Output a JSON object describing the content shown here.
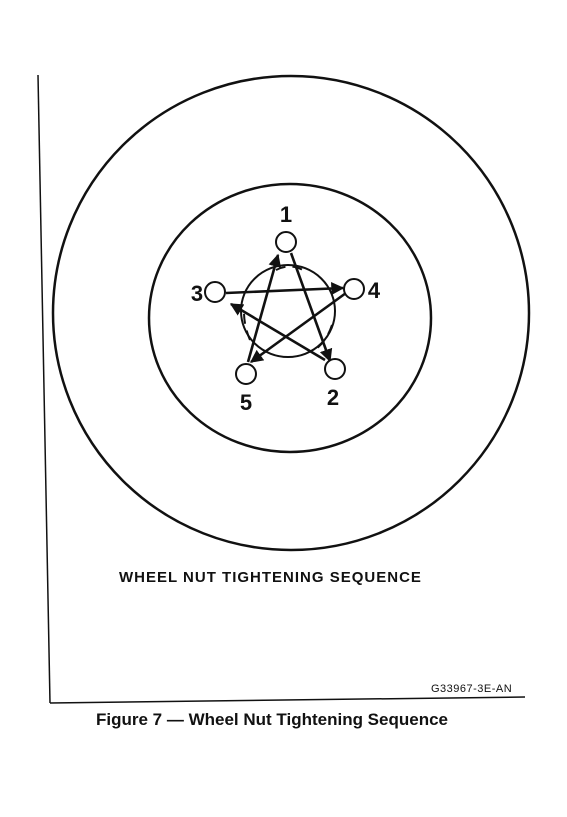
{
  "diagram": {
    "label": "WHEEL NUT TIGHTENING SEQUENCE",
    "code": "G33967-3E-AN",
    "studs": [
      {
        "number": "1"
      },
      {
        "number": "2"
      },
      {
        "number": "3"
      },
      {
        "number": "4"
      },
      {
        "number": "5"
      }
    ]
  },
  "caption": "Figure 7 — Wheel Nut Tightening Sequence"
}
